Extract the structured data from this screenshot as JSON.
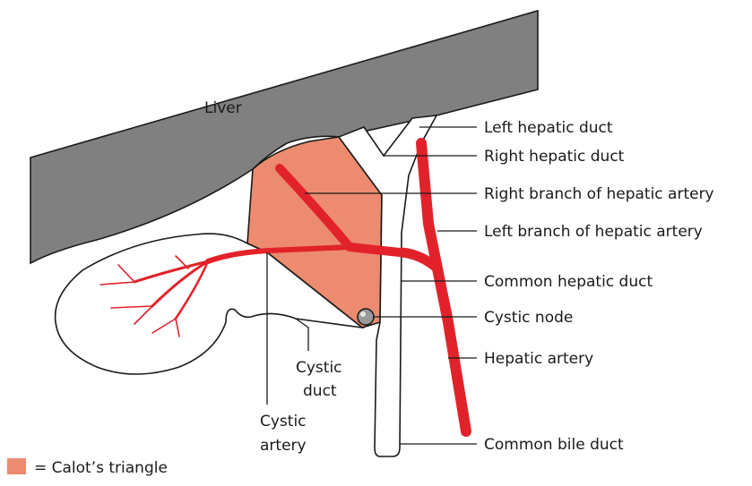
{
  "colors": {
    "liver": "#808080",
    "calot_triangle": "#ec8b6f",
    "artery": "#e2222a",
    "outline": "#1a1a1a",
    "duct_fill": "#ffffff"
  },
  "labels": {
    "liver": "Liver",
    "left_hepatic_duct": "Left hepatic duct",
    "right_hepatic_duct": "Right hepatic duct",
    "right_branch_hepatic_artery": "Right branch of hepatic artery",
    "left_branch_hepatic_artery": "Left branch of hepatic artery",
    "common_hepatic_duct": "Common hepatic duct",
    "cystic_node": "Cystic node",
    "hepatic_artery": "Hepatic artery",
    "common_bile_duct": "Common bile duct",
    "cystic_duct": [
      "Cystic",
      "duct"
    ],
    "cystic_artery": [
      "Cystic",
      "artery"
    ]
  },
  "legend": {
    "text": "= Calot’s triangle",
    "swatch_icon": "calot-triangle-swatch"
  }
}
